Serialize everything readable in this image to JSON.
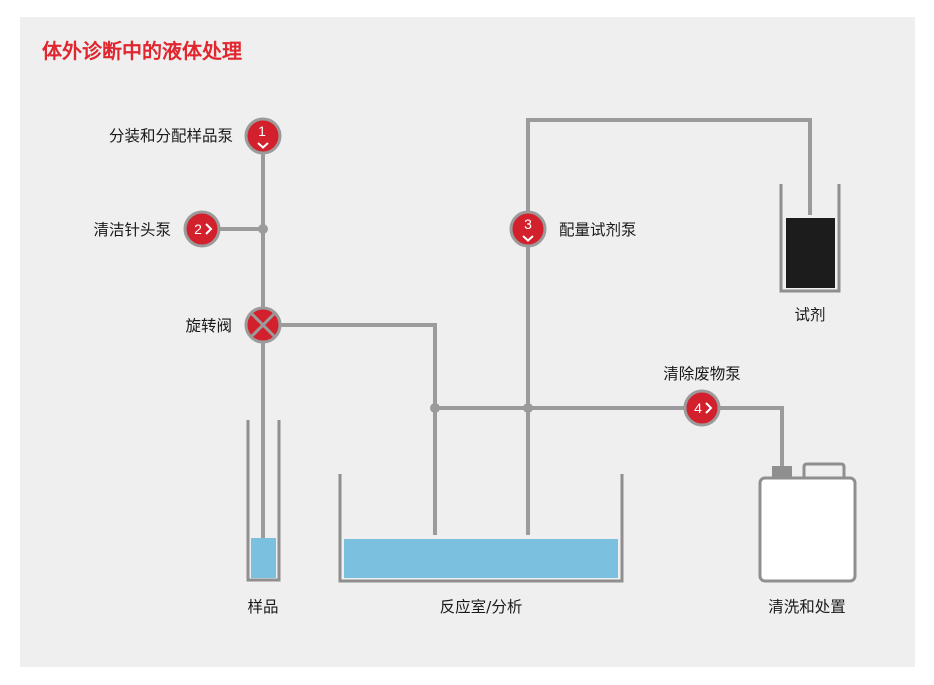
{
  "title": "体外诊断中的液体处理",
  "colors": {
    "title": "#e0262f",
    "pump_fill": "#d2202c",
    "pump_ring": "#9b9b9b",
    "pipe": "#9b9b9b",
    "liquid": "#7bc0df",
    "reagent": "#1c1c1c",
    "background": "#efefef"
  },
  "pumps": [
    {
      "number": "1",
      "label": "分装和分配样品泵",
      "icon": "chevron-down-icon"
    },
    {
      "number": "2",
      "label": "清洁针头泵",
      "icon": "chevron-right-icon"
    },
    {
      "number": "3",
      "label": "配量试剂泵",
      "icon": "chevron-down-icon"
    },
    {
      "number": "4",
      "label": "清除废物泵",
      "icon": "chevron-right-icon"
    }
  ],
  "valve": {
    "label": "旋转阀",
    "icon": "x-valve-icon"
  },
  "containers": {
    "sample": "样品",
    "reaction": "反应室/分析",
    "reagent": "试剂",
    "waste": "清洗和处置"
  }
}
